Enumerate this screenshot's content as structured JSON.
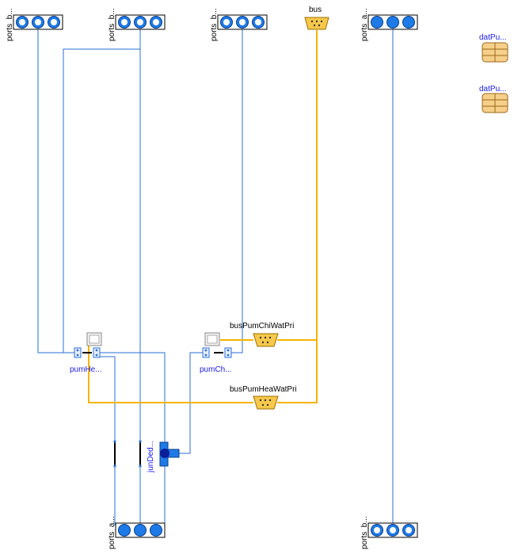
{
  "colors": {
    "fluid_wire": "#2b6fd6",
    "bus_wire": "#f4b400",
    "port_fill": "#1e7ae6",
    "port_inner": "#ffffff",
    "bus_connector": "#f7c84a",
    "record": "#f6cf8a",
    "instance_label": "#1a1ae6"
  },
  "labels": {
    "ports_b_1": "ports_b...",
    "ports_b_2": "ports_b...",
    "ports_b_3": "ports_b...",
    "ports_a_top": "ports_a...",
    "ports_a_bottom": "ports_a...",
    "ports_b_bottom": "ports_b...",
    "bus": "bus",
    "dat_1": "datPu...",
    "dat_2": "datPu...",
    "bus_chi": "busPumChiWatPri",
    "bus_hea": "busPumHeaWatPri",
    "pum_hea": "pumHe...",
    "pum_chi": "pumCh...",
    "jun_ded": "junDed..."
  }
}
